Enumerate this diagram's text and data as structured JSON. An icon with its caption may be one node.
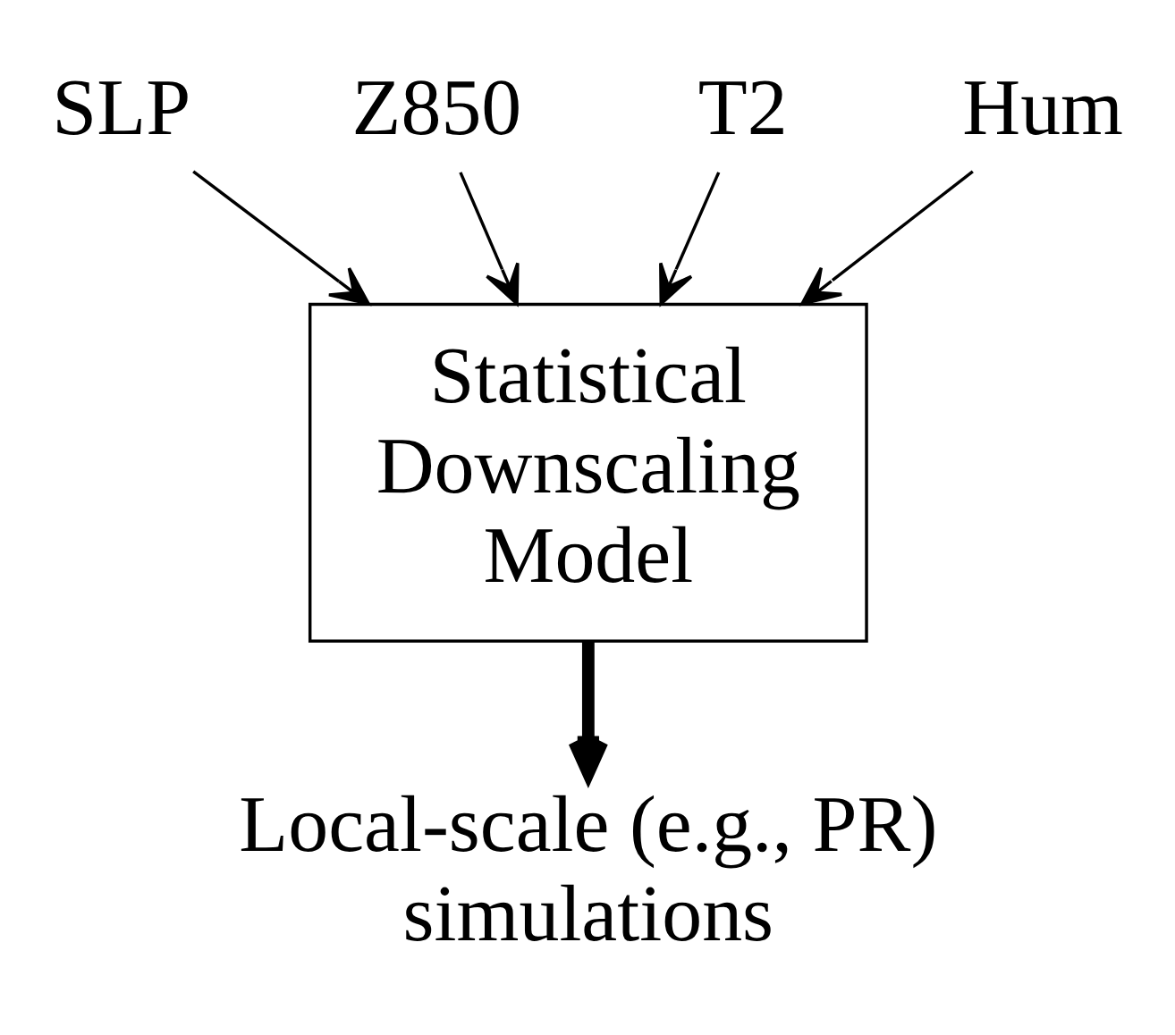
{
  "diagram": {
    "nodes": [
      {
        "text": [
          "SLP"
        ]
      },
      {
        "text": [
          "Z850"
        ]
      },
      {
        "text": [
          "T2"
        ]
      },
      {
        "text": [
          "Hum"
        ]
      },
      {
        "text": [
          "Statistical Downscaling Model"
        ]
      },
      {
        "text": [
          "Local-scale (e.g., PR) simulations"
        ]
      }
    ],
    "edges": [
      {
        "from": 0,
        "to": 4,
        "arrow": "to"
      },
      {
        "from": 1,
        "to": 4,
        "arrow": "to"
      },
      {
        "from": 2,
        "to": 4,
        "arrow": "to"
      },
      {
        "from": 3,
        "to": 4,
        "arrow": "to"
      },
      {
        "from": 4,
        "to": 5,
        "arrow": "to",
        "style": "thick"
      }
    ]
  }
}
